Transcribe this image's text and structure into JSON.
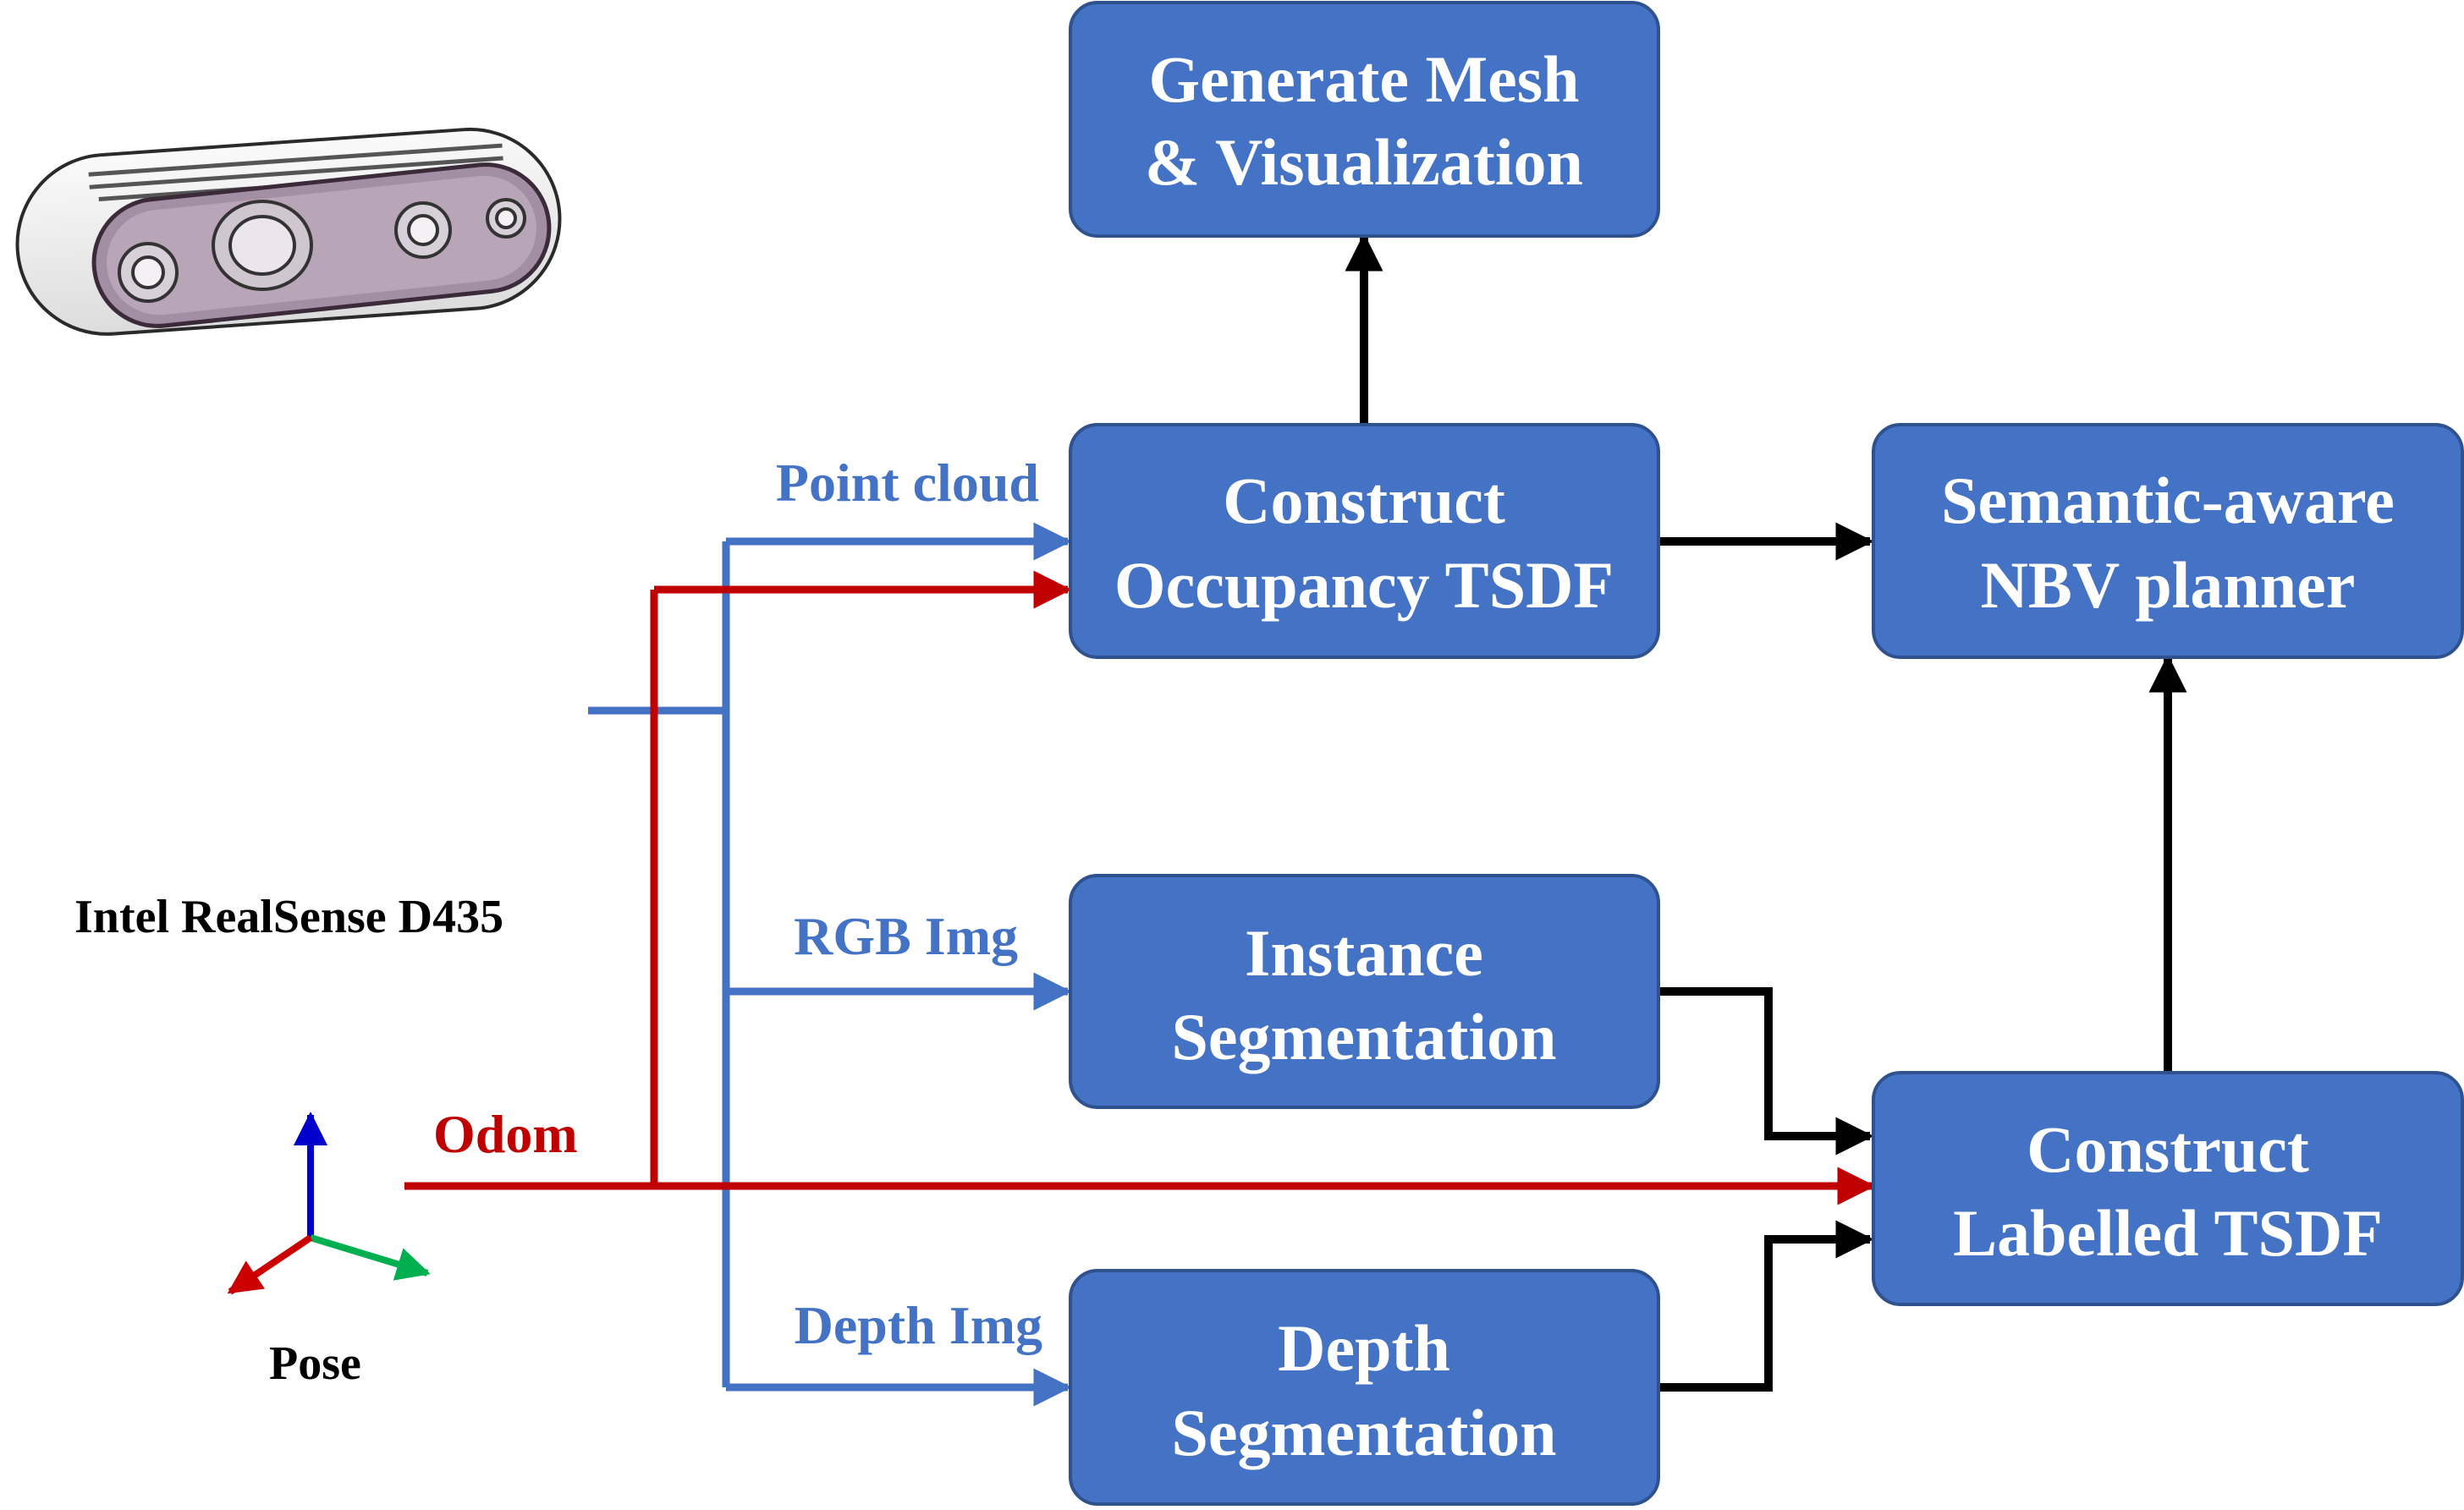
{
  "boxes": {
    "mesh": [
      "Generate Mesh",
      "& Visualization"
    ],
    "occupancy": [
      "Construct",
      "Occupancy TSDF"
    ],
    "planner": [
      "Semantic-aware",
      "NBV planner"
    ],
    "instance": [
      "Instance",
      "Segmentation"
    ],
    "labelled": [
      "Construct",
      "Labelled TSDF"
    ],
    "depth": [
      "Depth",
      "Segmentation"
    ]
  },
  "labels": {
    "point_cloud": "Point cloud",
    "rgb_img": "RGB Img",
    "depth_img": "Depth Img",
    "odom": "Odom",
    "camera": "Intel RealSense D435",
    "pose": "Pose"
  },
  "colors": {
    "box_fill": "#4472c4",
    "box_border": "#2f528f",
    "sensor_line": "#4472c4",
    "odom_line": "#c00000",
    "flow_line": "#000000",
    "axis_x": "#00b050",
    "axis_y": "#0000cc",
    "axis_z": "#cc0000"
  },
  "icons": {
    "camera": "realsense-camera-icon",
    "pose": "coordinate-axes-icon"
  }
}
